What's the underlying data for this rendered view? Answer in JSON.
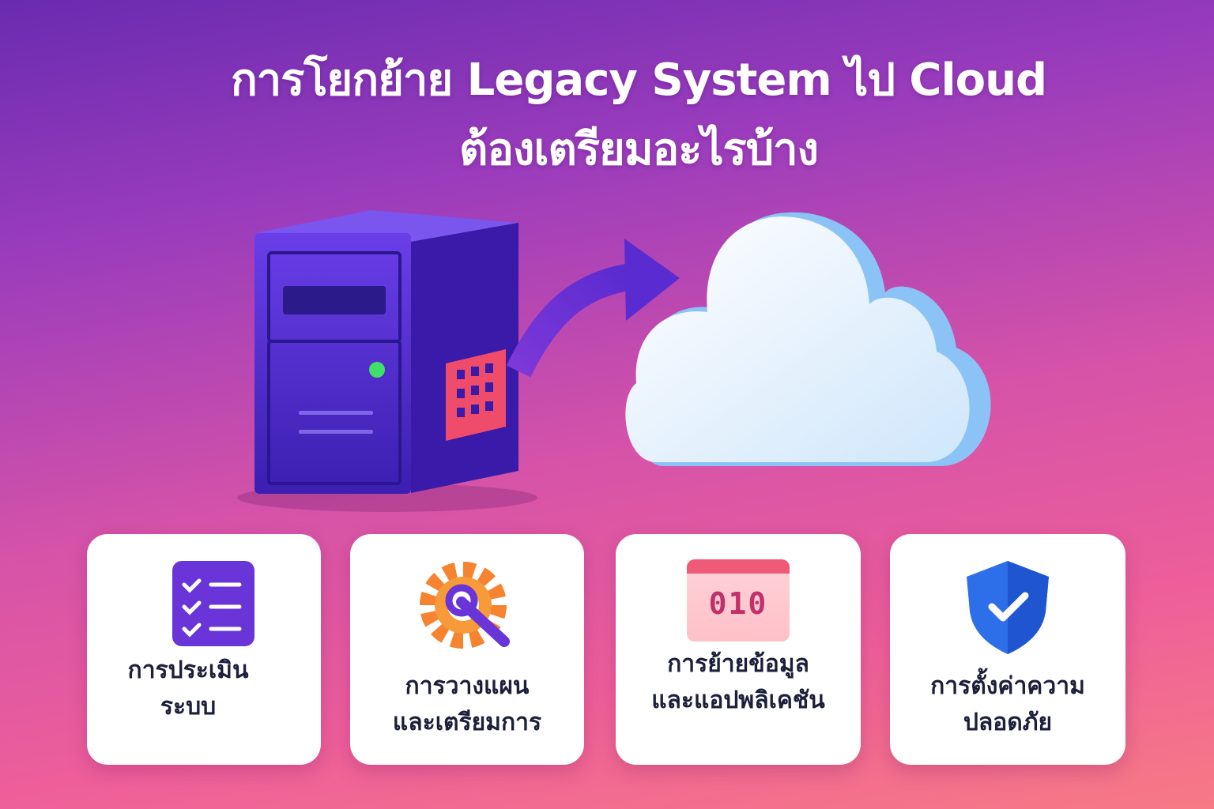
{
  "title": {
    "line1": "การโยกย้าย Legacy System ไป Cloud",
    "line2": "ต้องเตรียมอะไรบ้าง"
  },
  "steps": [
    {
      "line1": "การประเมิน",
      "line2": "ระบบ",
      "icon": "checklist-icon"
    },
    {
      "line1": "การวางแผน",
      "line2": "และเตรียมการ",
      "icon": "gear-wrench-icon"
    },
    {
      "line1": "การย้ายข้อมูล",
      "line2": "และแอปพลิเคชัน",
      "icon": "data-window-icon",
      "icon_text": "010"
    },
    {
      "line1": "การตั้งค่าความ",
      "line2": "ปลอดภัย",
      "icon": "shield-check-icon"
    }
  ],
  "colors": {
    "server": "#4a25c8",
    "cloud": "#eaf4ff",
    "accent": "#ef4b6a"
  }
}
